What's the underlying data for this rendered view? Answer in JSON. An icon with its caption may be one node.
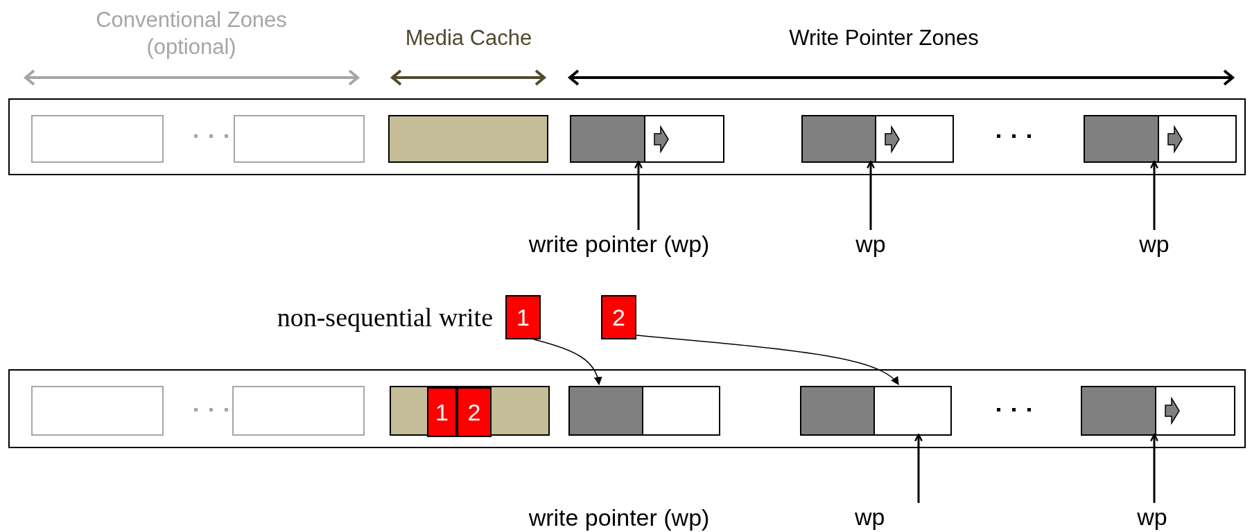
{
  "diagram": {
    "nodes": [
      {
        "text": [],
        "shape": "box"
      },
      {
        "text": [],
        "shape": "box",
        "in": 0
      },
      {
        "text": [],
        "shape": "box",
        "in": 0
      },
      {
        "text": [],
        "shape": "box",
        "in": 0
      },
      {
        "text": [],
        "shape": "box",
        "in": 0
      },
      {
        "text": [],
        "shape": "box",
        "in": 0
      },
      {
        "text": [],
        "shape": "box",
        "in": 0
      },
      {
        "text": [
          "write pointer (wp)"
        ]
      },
      {
        "text": [
          "wp"
        ]
      },
      {
        "text": [
          "wp"
        ]
      },
      {
        "text": [
          "1"
        ],
        "beside": [
          "non-sequential write"
        ]
      },
      {
        "text": [
          "2"
        ]
      },
      {
        "text": [],
        "shape": "box"
      },
      {
        "text": [],
        "shape": "box",
        "in": 12
      },
      {
        "text": [],
        "shape": "box",
        "in": 12
      },
      {
        "text": [],
        "shape": "box",
        "in": 12
      },
      {
        "text": [
          "1"
        ],
        "in": 15
      },
      {
        "text": [
          "2"
        ],
        "in": 15
      },
      {
        "text": [],
        "shape": "box",
        "in": 12
      },
      {
        "text": [],
        "shape": "box",
        "in": 12
      },
      {
        "text": [],
        "shape": "box",
        "in": 12
      },
      {
        "text": [
          "wp"
        ]
      },
      {
        "text": [
          "wp"
        ]
      }
    ],
    "edges": [
      {
        "from": 7,
        "to": 4,
        "arrow": "to"
      },
      {
        "from": 8,
        "to": 5,
        "arrow": "to"
      },
      {
        "from": 9,
        "to": 6,
        "arrow": "to"
      },
      {
        "from": 10,
        "to": 18,
        "arrow": "to"
      },
      {
        "from": 11,
        "to": 19,
        "arrow": "to"
      },
      {
        "from": 21,
        "to": 19,
        "arrow": "to"
      },
      {
        "from": 22,
        "to": 20,
        "arrow": "to"
      }
    ],
    "labels": [
      "Conventional Zones (optional)",
      "Media Cache",
      "Write Pointer Zones",
      "write pointer (wp)"
    ]
  }
}
